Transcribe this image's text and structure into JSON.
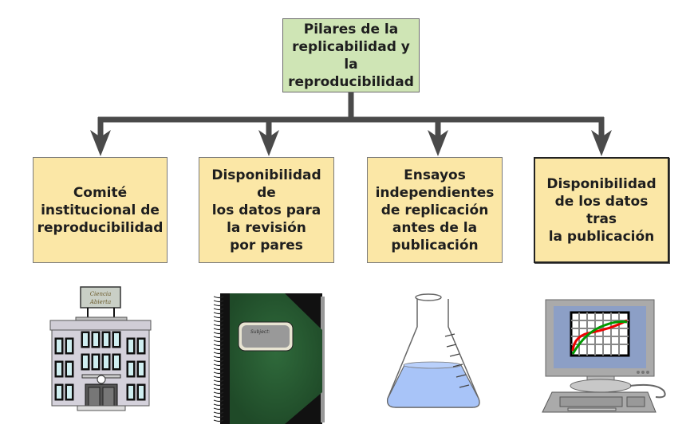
{
  "root": {
    "label": "Pilares de la\nreplicabilidad y la\nreproducibilidad"
  },
  "pillars": [
    {
      "label": "Comité\ninstitucional de\nreproducibilidad",
      "illustration": "building-icon",
      "sign_text": "Ciencia Abierta"
    },
    {
      "label": "Disponibilidad de\nlos datos para\nla revisión\npor pares",
      "illustration": "notebook-icon",
      "notebook_label": "Subject:"
    },
    {
      "label": "Ensayos\nindependientes\nde replicación\nantes de la\npublicación",
      "illustration": "flask-icon"
    },
    {
      "label": "Disponibilidad\nde los datos tras\nla publicación",
      "illustration": "computer-icon"
    }
  ],
  "colors": {
    "root_fill": "#cfe5b5",
    "child_fill": "#fbe7a6",
    "connector": "#4a4a4a"
  }
}
